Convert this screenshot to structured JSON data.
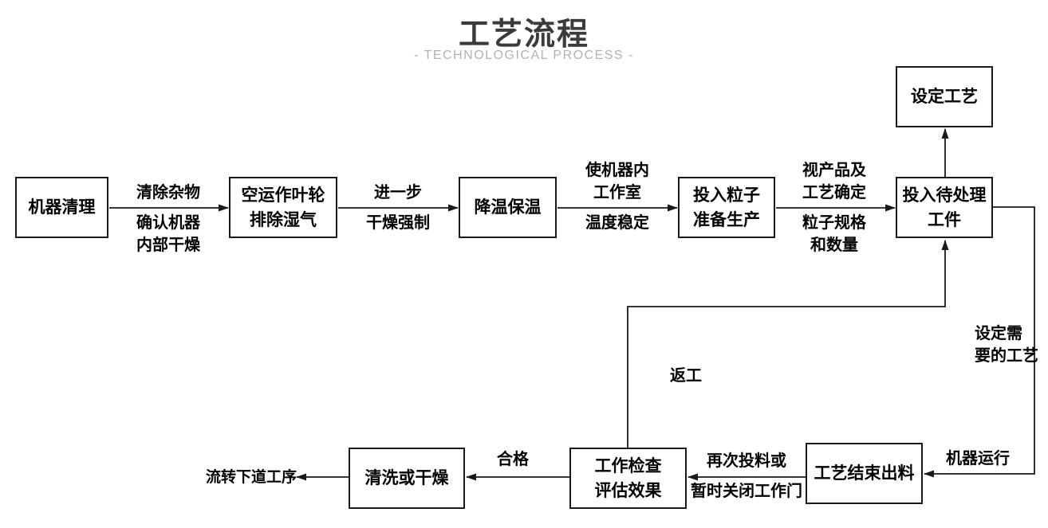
{
  "header": {
    "title": "工艺流程",
    "subtitle": "- TECHNOLOGICAL PROCESS -"
  },
  "colors": {
    "line": "#1a1a1a",
    "title": "#3b3b3b",
    "subtitle": "#b2b2b2",
    "text": "#000000",
    "background": "#ffffff"
  },
  "nodes": {
    "machine_cleaning": {
      "lines": [
        "机器清理"
      ]
    },
    "impeller": {
      "lines": [
        "空运作叶轮",
        "排除湿气"
      ]
    },
    "cooling": {
      "lines": [
        "降温保温"
      ]
    },
    "particles": {
      "lines": [
        "投入粒子",
        "准备生产"
      ]
    },
    "workpiece": {
      "lines": [
        "投入待处理",
        "工件"
      ]
    },
    "set_process": {
      "lines": [
        "设定工艺"
      ]
    },
    "discharge": {
      "lines": [
        "工艺结束出料"
      ]
    },
    "inspection": {
      "lines": [
        "工作检查",
        "评估效果"
      ]
    },
    "clean_dry": {
      "lines": [
        "清洗或干燥"
      ]
    }
  },
  "edge_labels": {
    "clean_to_impeller": {
      "above": [
        "清除杂物"
      ],
      "below": [
        "确认机器",
        "内部干燥"
      ]
    },
    "impeller_to_cooling": {
      "above": [
        "进一步"
      ],
      "below": [
        "干燥强制"
      ]
    },
    "cooling_to_particles": {
      "above": [
        "使机器内",
        "工作室"
      ],
      "below": [
        "温度稳定"
      ]
    },
    "particles_to_workpiece": {
      "above": [
        "视产品及",
        "工艺确定"
      ],
      "below": [
        "粒子规格",
        "和数量"
      ]
    },
    "set_needed_process": {
      "lines": [
        "设定需",
        "要的工艺"
      ]
    },
    "rework": "返工",
    "machine_running": "机器运行",
    "discharge_to_inspection": {
      "above": [
        "再次投料或"
      ],
      "below": [
        "暂时关闭工作门"
      ]
    },
    "qualified": "合格",
    "next_process": "流转下道工序"
  }
}
